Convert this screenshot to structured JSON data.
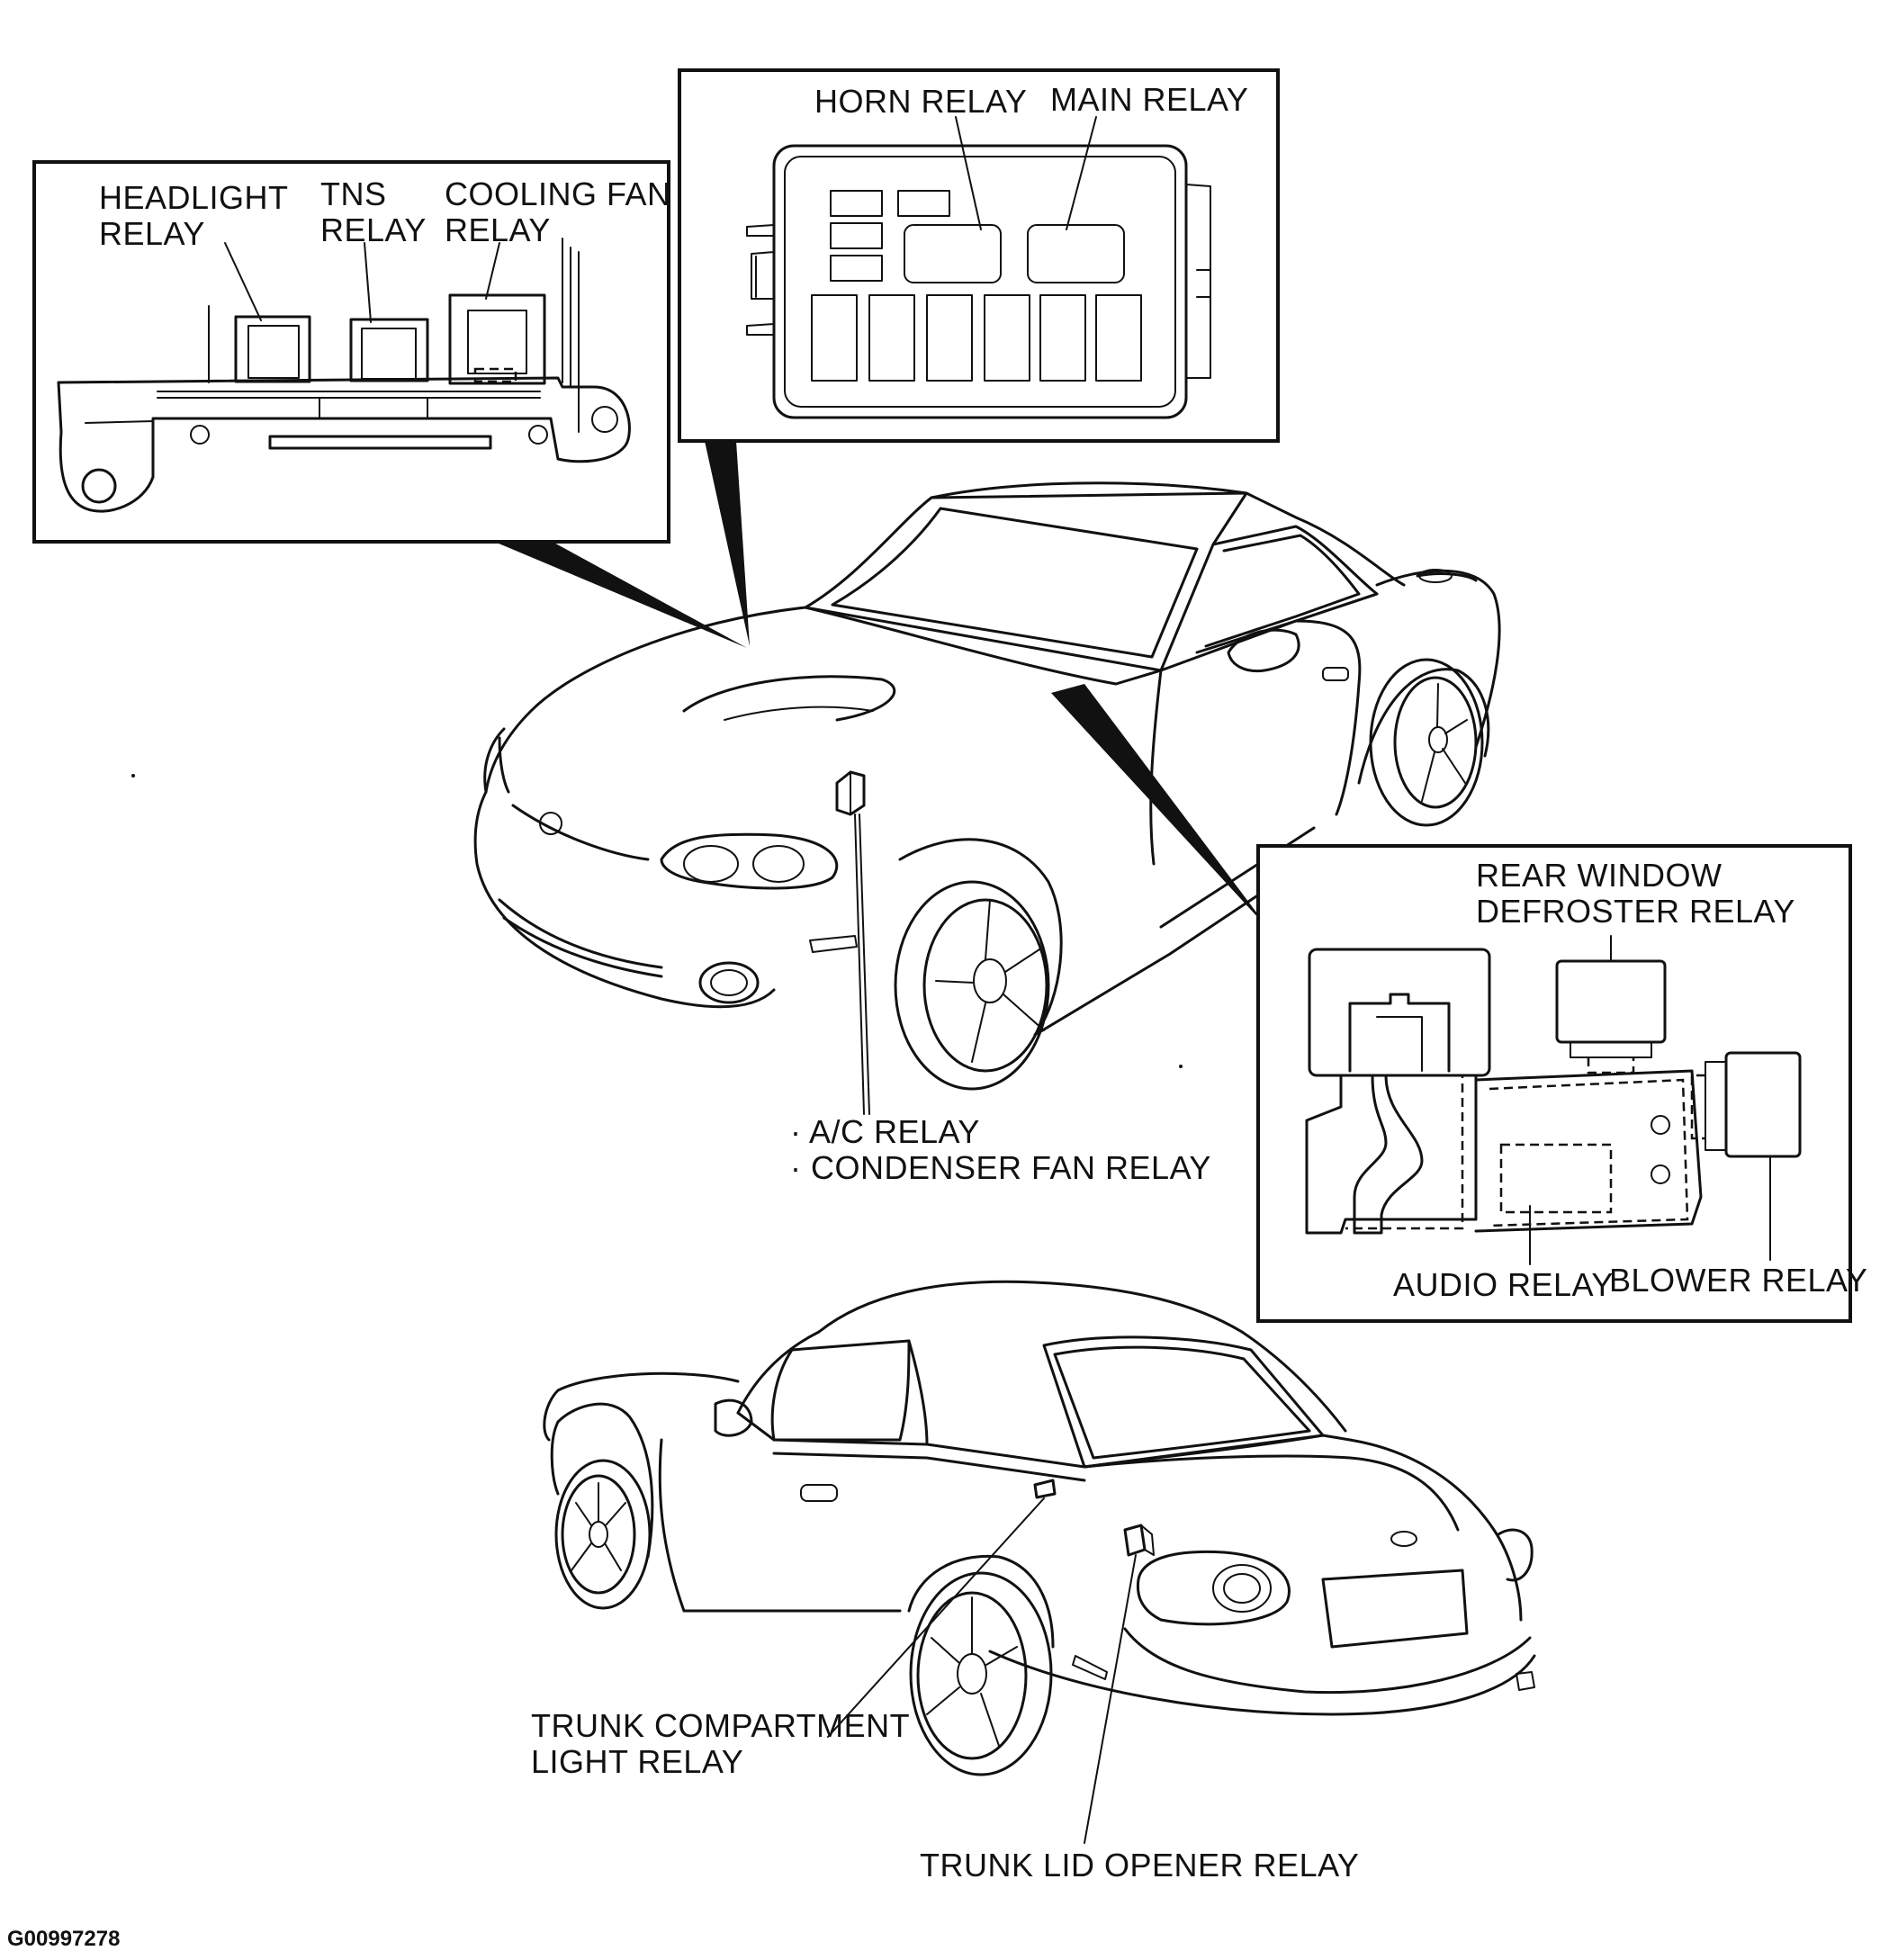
{
  "labels": {
    "headlight_relay": [
      "HEADLIGHT",
      "RELAY"
    ],
    "tns_relay": [
      "TNS",
      "RELAY"
    ],
    "cooling_fan_relay": [
      "COOLING FAN",
      "RELAY"
    ],
    "horn_relay": "HORN RELAY",
    "main_relay": "MAIN RELAY",
    "rear_window_defroster_relay": [
      "REAR WINDOW",
      "DEFROSTER RELAY"
    ],
    "audio_relay": "AUDIO RELAY",
    "blower_relay": "BLOWER RELAY",
    "ac_relay": "· A/C RELAY",
    "condenser_fan_relay": "· CONDENSER FAN RELAY",
    "trunk_compartment_light_relay": [
      "TRUNK COMPARTMENT",
      "LIGHT RELAY"
    ],
    "trunk_lid_opener_relay": "TRUNK LID OPENER RELAY"
  },
  "figure_code": "G00997278"
}
